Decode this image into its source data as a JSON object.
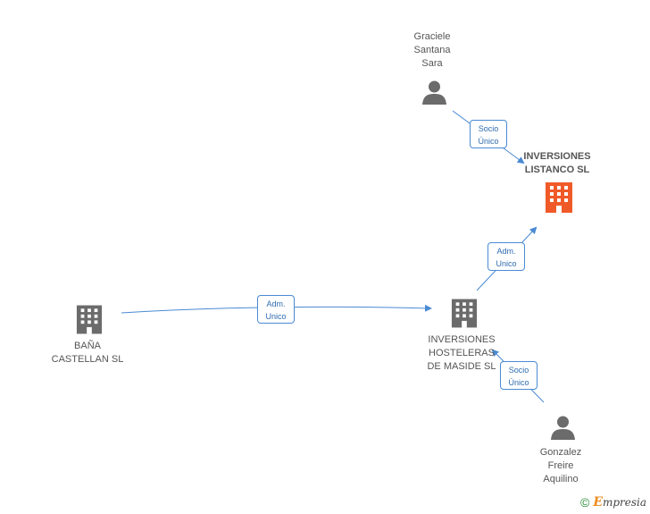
{
  "nodes": {
    "graciele": {
      "lines": [
        "Graciele",
        "Santana",
        "Sara"
      ],
      "type": "person"
    },
    "listanco": {
      "lines": [
        "INVERSIONES",
        "LISTANCO SL"
      ],
      "type": "company",
      "highlight": true
    },
    "bana": {
      "lines": [
        "BAÑA",
        "CASTELLAN SL"
      ],
      "type": "company"
    },
    "hosteleras": {
      "lines": [
        "INVERSIONES",
        "HOSTELERAS",
        "DE MASIDE SL"
      ],
      "type": "company"
    },
    "gonzalez": {
      "lines": [
        "Gonzalez",
        "Freire",
        "Aquilino"
      ],
      "type": "person"
    }
  },
  "edges": {
    "graciele_listanco": {
      "line1": "Socio",
      "line2": "Único"
    },
    "hosteleras_listanco": {
      "line1": "Adm.",
      "line2": "Unico"
    },
    "bana_hosteleras": {
      "line1": "Adm.",
      "line2": "Unico"
    },
    "gonzalez_hosteleras": {
      "line1": "Socio",
      "line2": "Único"
    }
  },
  "colors": {
    "edge": "#4a8ad4",
    "company_icon": "#6b6b6b",
    "company_highlight": "#f05a28",
    "person_icon": "#6b6b6b"
  },
  "icons": {
    "person": "person-icon",
    "company": "building-icon"
  },
  "footer": {
    "copyright": "©",
    "brand_initial": "E",
    "brand_rest": "mpresia"
  }
}
